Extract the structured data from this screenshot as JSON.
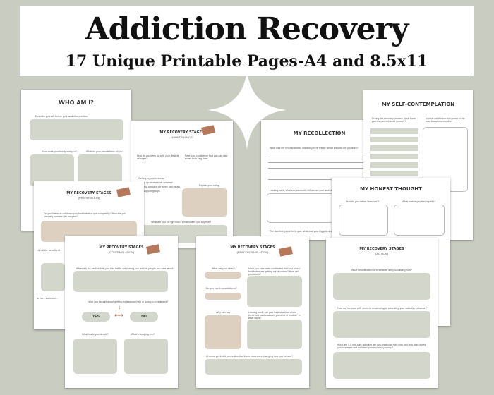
{
  "header": {
    "title": "Addiction Recovery",
    "subtitle": "17 Unique Printable Pages-A4 and 8.5x11"
  },
  "pages": {
    "who_am_i": {
      "title": "WHO AM I?",
      "q1": "Describe yourself before your addiction problem.",
      "q2": "How does your family see you?",
      "q3": "What do your friends think of you?"
    },
    "maintenance": {
      "title": "MY RECOVERY STAGES",
      "sub": "(MAINTENANCE)",
      "q1": "How do you keep up with your lifestyle changes?",
      "q2": "Rate your confidence that you can stay sober for a long time:",
      "q3": "Explain your rating.",
      "q4": "What are you on right now? What makes you say that?",
      "items": [
        "Getting regular exercise",
        "Taking up recreational activities",
        "Keeping a routine for sleep and meals",
        "Join support groups"
      ]
    },
    "recollection": {
      "title": "MY RECOLLECTION",
      "q1": "What was the most shameful mistake you've made? What lessons did you learn?",
      "q2": "Looking back, what events shortly influenced your addiction?",
      "q3": "The last time you tried to quit, what was your biggest obstacle?"
    },
    "self_contemplation": {
      "title": "MY SELF-CONTEMPLATION",
      "q1": "During the recovery process, what have you discovered about yourself?",
      "q2": "In what ways have you grown in the past few weeks/months?"
    },
    "honest_thought": {
      "title": "MY HONEST THOUGHT",
      "q1": "How do you define \"freedom\"?",
      "q2": "What makes you feel hopeful?"
    },
    "preparation": {
      "title": "MY RECOVERY STAGES",
      "sub": "(PREPARATION)",
      "q1": "Do you intend to cut down your bad habits or quit completely? How are you planning to make this happen?",
      "q2": "List all the benefits of...",
      "q3": "Is there someone..."
    },
    "contemplation": {
      "title": "MY RECOVERY STAGES",
      "sub": "(CONTEMPLATION)",
      "q1": "When did you realize that your bad habits are hurting you and the people you care about?",
      "q2": "Have you thought about getting professional help or going to a treatment?",
      "yes": "YES",
      "no": "NO",
      "q3": "What made you decide?",
      "q4": "What's stopping you?"
    },
    "precontemplation": {
      "title": "MY RECOVERY STAGES",
      "sub": "(PRECONTEMPLATION)",
      "q1": "What are your vices?",
      "q2": "Have you ever been confronted that your vices/ bad habits are getting out of control? How did you take it?",
      "q3": "Do you see it as addictions?",
      "q4": "Why can you?",
      "q5": "Looking back, can you think of a time where these bad habits caused you a lot of trouble? In what ways?",
      "q6": "At some point, did you realize that these vices were changing how you behave?"
    },
    "action": {
      "title": "MY RECOVERY STAGES",
      "sub": "(ACTION)",
      "q1": "What detoxification or treatments are you utilizing now?",
      "q2": "How do you cope with stress in moderating or controlling your addictive behavior?",
      "q3": "What are 3-5 self-care activities are you practicing right now and how does it help you moderate and maintain your recovery journey?"
    }
  }
}
